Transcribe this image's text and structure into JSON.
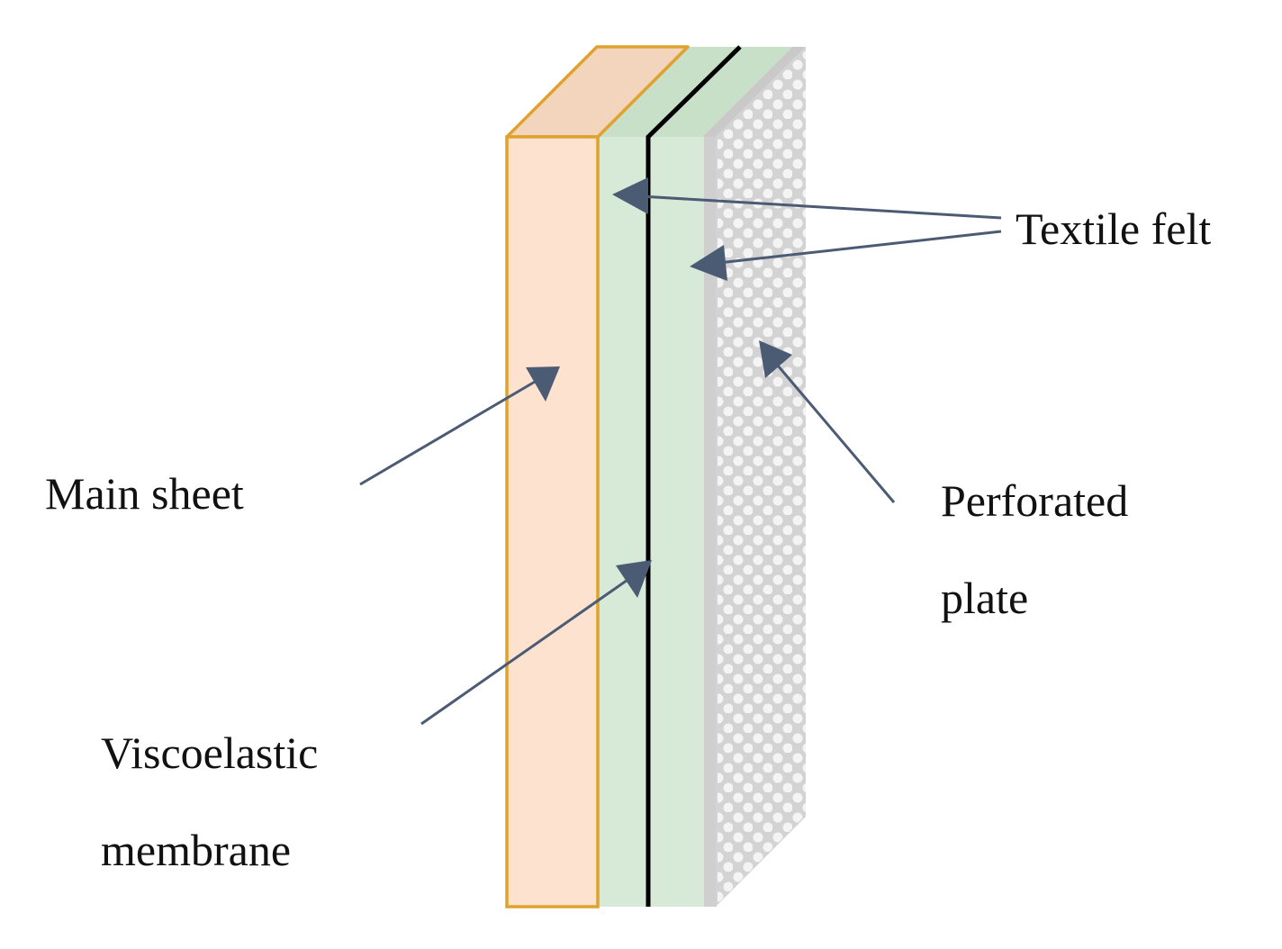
{
  "labels": {
    "textile_felt": "Textile felt",
    "main_sheet": "Main sheet",
    "perforated_plate": [
      "Perforated",
      "plate"
    ],
    "viscoelastic_membrane": [
      "Viscoelastic",
      "membrane"
    ]
  },
  "colors": {
    "main_sheet_fill": "#fde3cf",
    "main_sheet_top_fill": "#f3d4bc",
    "main_sheet_stroke": "#dfa22c",
    "textile_felt_fill": "#d7ead7",
    "textile_felt_top_fill": "#c8e0c8",
    "membrane_line": "#000000",
    "perforated_plate_fill": "#d3d3d3",
    "perforated_holes": "#f4f4f4",
    "arrow_color": "#4c5b74"
  }
}
